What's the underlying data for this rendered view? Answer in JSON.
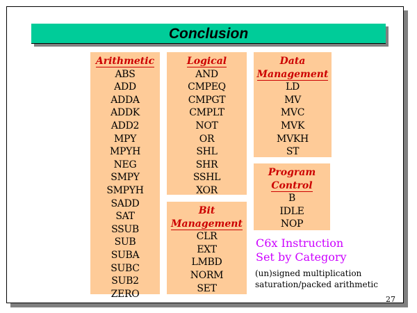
{
  "title": "Conclusion",
  "categories": [
    {
      "id": "arithmetic",
      "heading": [
        "Arithmetic"
      ],
      "items": [
        "ABS",
        "ADD",
        "ADDA",
        "ADDK",
        "ADD2",
        "MPY",
        "MPYH",
        "NEG",
        "SMPY",
        "SMPYH",
        "SADD",
        "SAT",
        "SSUB",
        "SUB",
        "SUBA",
        "SUBC",
        "SUB2",
        "ZERO"
      ]
    },
    {
      "id": "logical",
      "heading": [
        "Logical"
      ],
      "items": [
        "AND",
        "CMPEQ",
        "CMPGT",
        "CMPLT",
        "NOT",
        "OR",
        "SHL",
        "SHR",
        "SSHL",
        "XOR"
      ]
    },
    {
      "id": "bit-management",
      "heading": [
        "Bit",
        "Management"
      ],
      "items": [
        "CLR",
        "EXT",
        "LMBD",
        "NORM",
        "SET"
      ]
    },
    {
      "id": "data-management",
      "heading": [
        "Data",
        "Management"
      ],
      "items": [
        "LD",
        "MV",
        "MVC",
        "MVK",
        "MVKH",
        "ST"
      ]
    },
    {
      "id": "program-control",
      "heading": [
        "Program",
        "Control"
      ],
      "items": [
        "B",
        "IDLE",
        "NOP"
      ]
    }
  ],
  "subtitle": [
    "C6x Instruction",
    "Set by Category"
  ],
  "notes": [
    "(un)signed multiplication",
    "saturation/packed arithmetic"
  ],
  "page_number": "27",
  "colors": {
    "title_bar": "#00cc99",
    "box": "#fecb98",
    "heading": "#cc0000",
    "subtitle": "#cc00ff"
  }
}
